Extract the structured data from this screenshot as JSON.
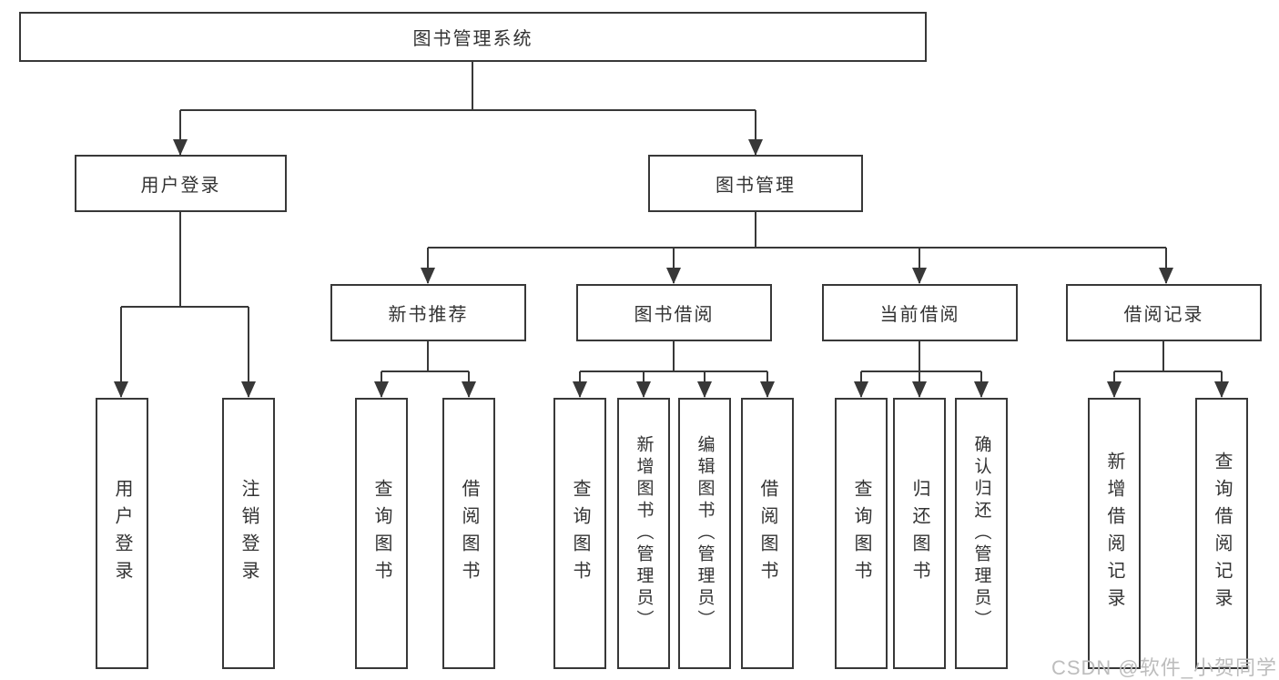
{
  "tree": {
    "root": {
      "label": "图书管理系统"
    },
    "children": [
      {
        "label": "用户登录",
        "children": [
          {
            "label": "用户登录"
          },
          {
            "label": "注销登录"
          }
        ]
      },
      {
        "label": "图书管理",
        "children": [
          {
            "label": "新书推荐",
            "children": [
              {
                "label": "查询图书"
              },
              {
                "label": "借阅图书"
              }
            ]
          },
          {
            "label": "图书借阅",
            "children": [
              {
                "label": "查询图书"
              },
              {
                "label": "新增图书（管理员）"
              },
              {
                "label": "编辑图书（管理员）"
              },
              {
                "label": "借阅图书"
              }
            ]
          },
          {
            "label": "当前借阅",
            "children": [
              {
                "label": "查询图书"
              },
              {
                "label": "归还图书"
              },
              {
                "label": "确认归还（管理员）"
              }
            ]
          },
          {
            "label": "借阅记录",
            "children": [
              {
                "label": "新增借阅记录"
              },
              {
                "label": "查询借阅记录"
              }
            ]
          }
        ]
      }
    ]
  },
  "watermark": {
    "text": "CSDN @软件_小贺同学",
    "color": "#bdbdbd"
  },
  "colors": {
    "line": "#383838",
    "text": "#333333",
    "background": "#ffffff"
  }
}
